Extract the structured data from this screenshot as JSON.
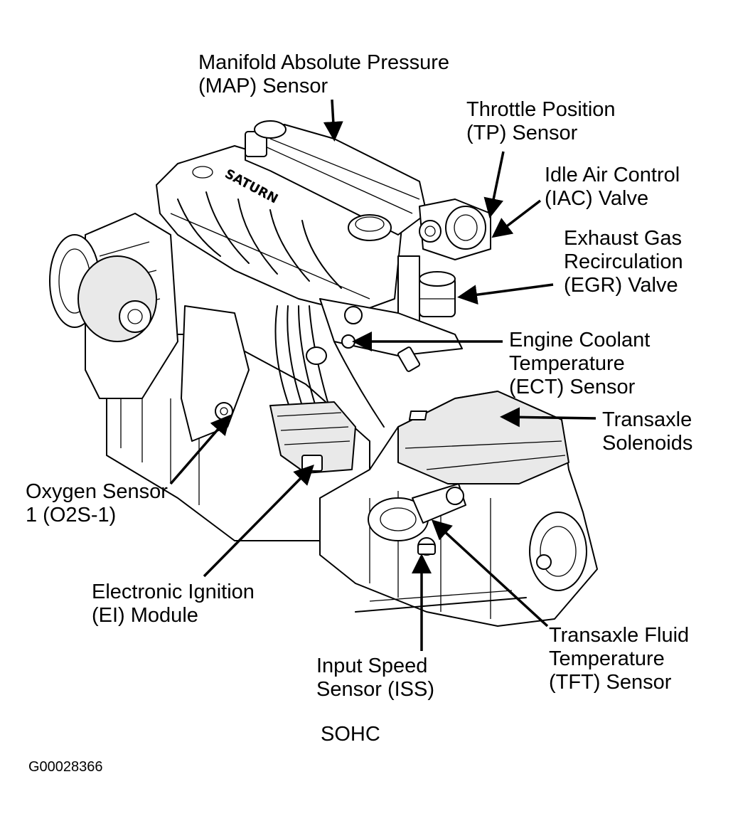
{
  "labels": {
    "map": [
      "Manifold Absolute Pressure",
      "(MAP) Sensor"
    ],
    "tp": [
      "Throttle Position",
      "(TP) Sensor"
    ],
    "iac": [
      "Idle Air Control",
      "(IAC) Valve"
    ],
    "egr": [
      "Exhaust Gas",
      "Recirculation",
      "(EGR) Valve"
    ],
    "ect": [
      "Engine Coolant",
      "Temperature",
      "(ECT) Sensor"
    ],
    "solenoids": [
      "Transaxle",
      "Solenoids"
    ],
    "o2s": [
      "Oxygen Sensor",
      "1 (O2S-1)"
    ],
    "ei": [
      "Electronic Ignition",
      "(EI) Module"
    ],
    "iss": [
      "Input Speed",
      "Sensor (ISS)"
    ],
    "tft": [
      "Transaxle Fluid",
      "Temperature",
      "(TFT) Sensor"
    ]
  },
  "engine_type": "SOHC",
  "figure_id": "G00028366",
  "manifold_lettering": "SATURN"
}
